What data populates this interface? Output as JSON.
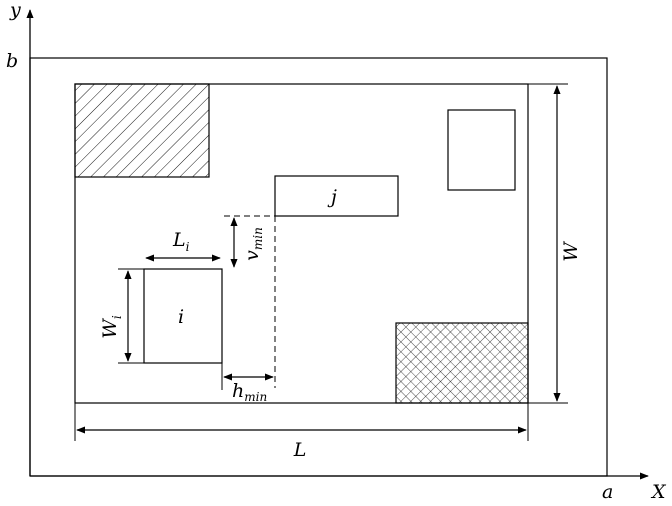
{
  "axes": {
    "y": "y",
    "x": "X",
    "b": "b",
    "a": "a"
  },
  "outer": {
    "length": "L",
    "width": "W"
  },
  "piece_i": {
    "name": "i",
    "length": "L",
    "length_sub": "i",
    "width": "W",
    "width_sub": "i"
  },
  "piece_j": {
    "name": "j"
  },
  "spacing": {
    "v": "v",
    "v_sub": "min",
    "h": "h",
    "h_sub": "min"
  },
  "style": {
    "line_color": "#000000",
    "background": "#ffffff"
  }
}
